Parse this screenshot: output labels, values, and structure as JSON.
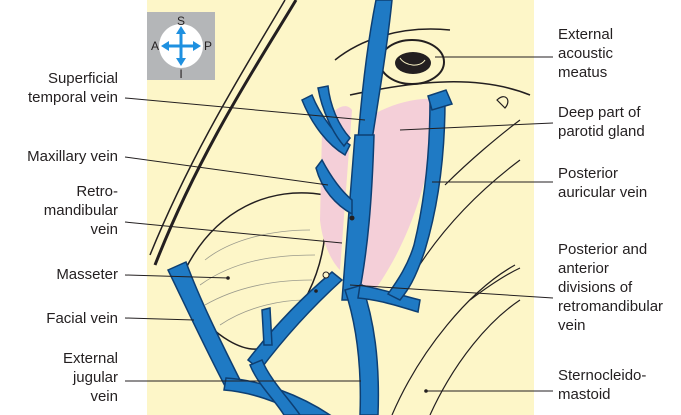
{
  "colors": {
    "background_panel": "#fdf6c8",
    "vein": "#1f7ac4",
    "vein_outline": "#0d3f73",
    "gland": "#f4cfd8",
    "line": "#231f20",
    "compass_box": "#b4b6b8",
    "compass_arrow": "#1e90e0"
  },
  "compass": {
    "superior": "S",
    "inferior": "I",
    "anterior": "A",
    "posterior": "P",
    "icon": "orientation-compass-icon"
  },
  "labels_left": [
    {
      "id": "superficial-temporal-vein",
      "lines": [
        "Superficial",
        "temporal vein"
      ]
    },
    {
      "id": "maxillary-vein",
      "lines": [
        "Maxillary vein"
      ]
    },
    {
      "id": "retromandibular-vein",
      "lines": [
        "Retro-",
        "mandibular",
        "vein"
      ]
    },
    {
      "id": "masseter",
      "lines": [
        "Masseter"
      ]
    },
    {
      "id": "facial-vein",
      "lines": [
        "Facial vein"
      ]
    },
    {
      "id": "external-jugular-vein",
      "lines": [
        "External",
        "jugular",
        "vein"
      ]
    }
  ],
  "labels_right": [
    {
      "id": "external-acoustic-meatus",
      "lines": [
        "External",
        "acoustic",
        "meatus"
      ]
    },
    {
      "id": "deep-part-parotid-gland",
      "lines": [
        "Deep part of",
        "parotid gland"
      ]
    },
    {
      "id": "posterior-auricular-vein",
      "lines": [
        "Posterior",
        "auricular vein"
      ]
    },
    {
      "id": "divisions-retromandibular-vein",
      "lines": [
        "Posterior and",
        "anterior",
        "divisions of",
        "retromandibular",
        "vein"
      ]
    },
    {
      "id": "sternocleidomastoid",
      "lines": [
        "Sternocleido-",
        "mastoid"
      ]
    }
  ]
}
